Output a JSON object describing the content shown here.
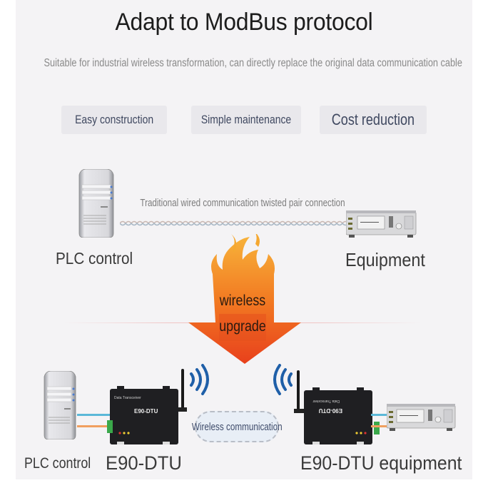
{
  "header": {
    "title": "Adapt to ModBus protocol",
    "subtitle": "Suitable for industrial wireless transformation, can directly replace the original data communication cable"
  },
  "features": [
    {
      "label": "Easy construction"
    },
    {
      "label": "Simple maintenance"
    },
    {
      "label": "Cost reduction"
    }
  ],
  "traditional": {
    "connection_label": "Traditional wired communication twisted pair connection",
    "left_device": "PLC control",
    "right_device": "Equipment"
  },
  "upgrade_arrow": {
    "line1": "wireless",
    "line2": "upgrade"
  },
  "wireless": {
    "plc_label": "PLC control",
    "dtu_label": "E90-DTU",
    "dtu_equipment_label": "E90-DTU equipment",
    "link_label": "Wireless communication",
    "device_panel_text": "Data Transceiver",
    "device_brand": "E90-DTU"
  },
  "colors": {
    "panel_bg": "#f4f3f5",
    "arrow_top": "#f6a623",
    "arrow_bottom": "#e8421c",
    "wifi_blue": "#1f5fa8",
    "wire_blue": "#5bb8d8",
    "wire_orange": "#f0a060",
    "terminal_green": "#3aa84a"
  }
}
